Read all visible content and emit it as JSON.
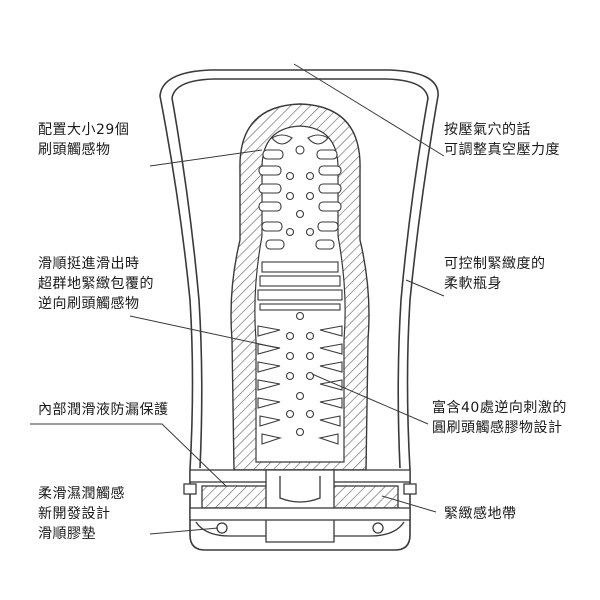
{
  "colors": {
    "stroke": "#3a3a3a",
    "hatch": "#6a6a6a",
    "leader": "#3a3a3a",
    "text": "#1a1a1a",
    "background": "#ffffff"
  },
  "labels": {
    "left": [
      {
        "id": "brush-count",
        "lines": [
          "配置大小29個",
          "刷頭觸感物"
        ]
      },
      {
        "id": "reverse-brush",
        "lines": [
          "滑順挺進滑出時",
          "超群地緊緻包覆的",
          "逆向刷頭觸感物"
        ]
      },
      {
        "id": "leak-protection",
        "lines": [
          "內部潤滑液防漏保護"
        ]
      },
      {
        "id": "slip-pad",
        "lines": [
          "柔滑濕潤觸感",
          "新開發設計",
          "滑順膠墊"
        ]
      }
    ],
    "right": [
      {
        "id": "air-hole",
        "lines": [
          "按壓氣穴的話",
          "可調整真空壓力度"
        ]
      },
      {
        "id": "soft-bottle",
        "lines": [
          "可控制緊緻度的",
          "柔軟瓶身"
        ]
      },
      {
        "id": "round-brush",
        "lines": [
          "富含40處逆向刺激的",
          "圓刷頭觸感膠物設計"
        ]
      },
      {
        "id": "tight-band",
        "lines": [
          "緊緻感地帶"
        ]
      }
    ]
  }
}
